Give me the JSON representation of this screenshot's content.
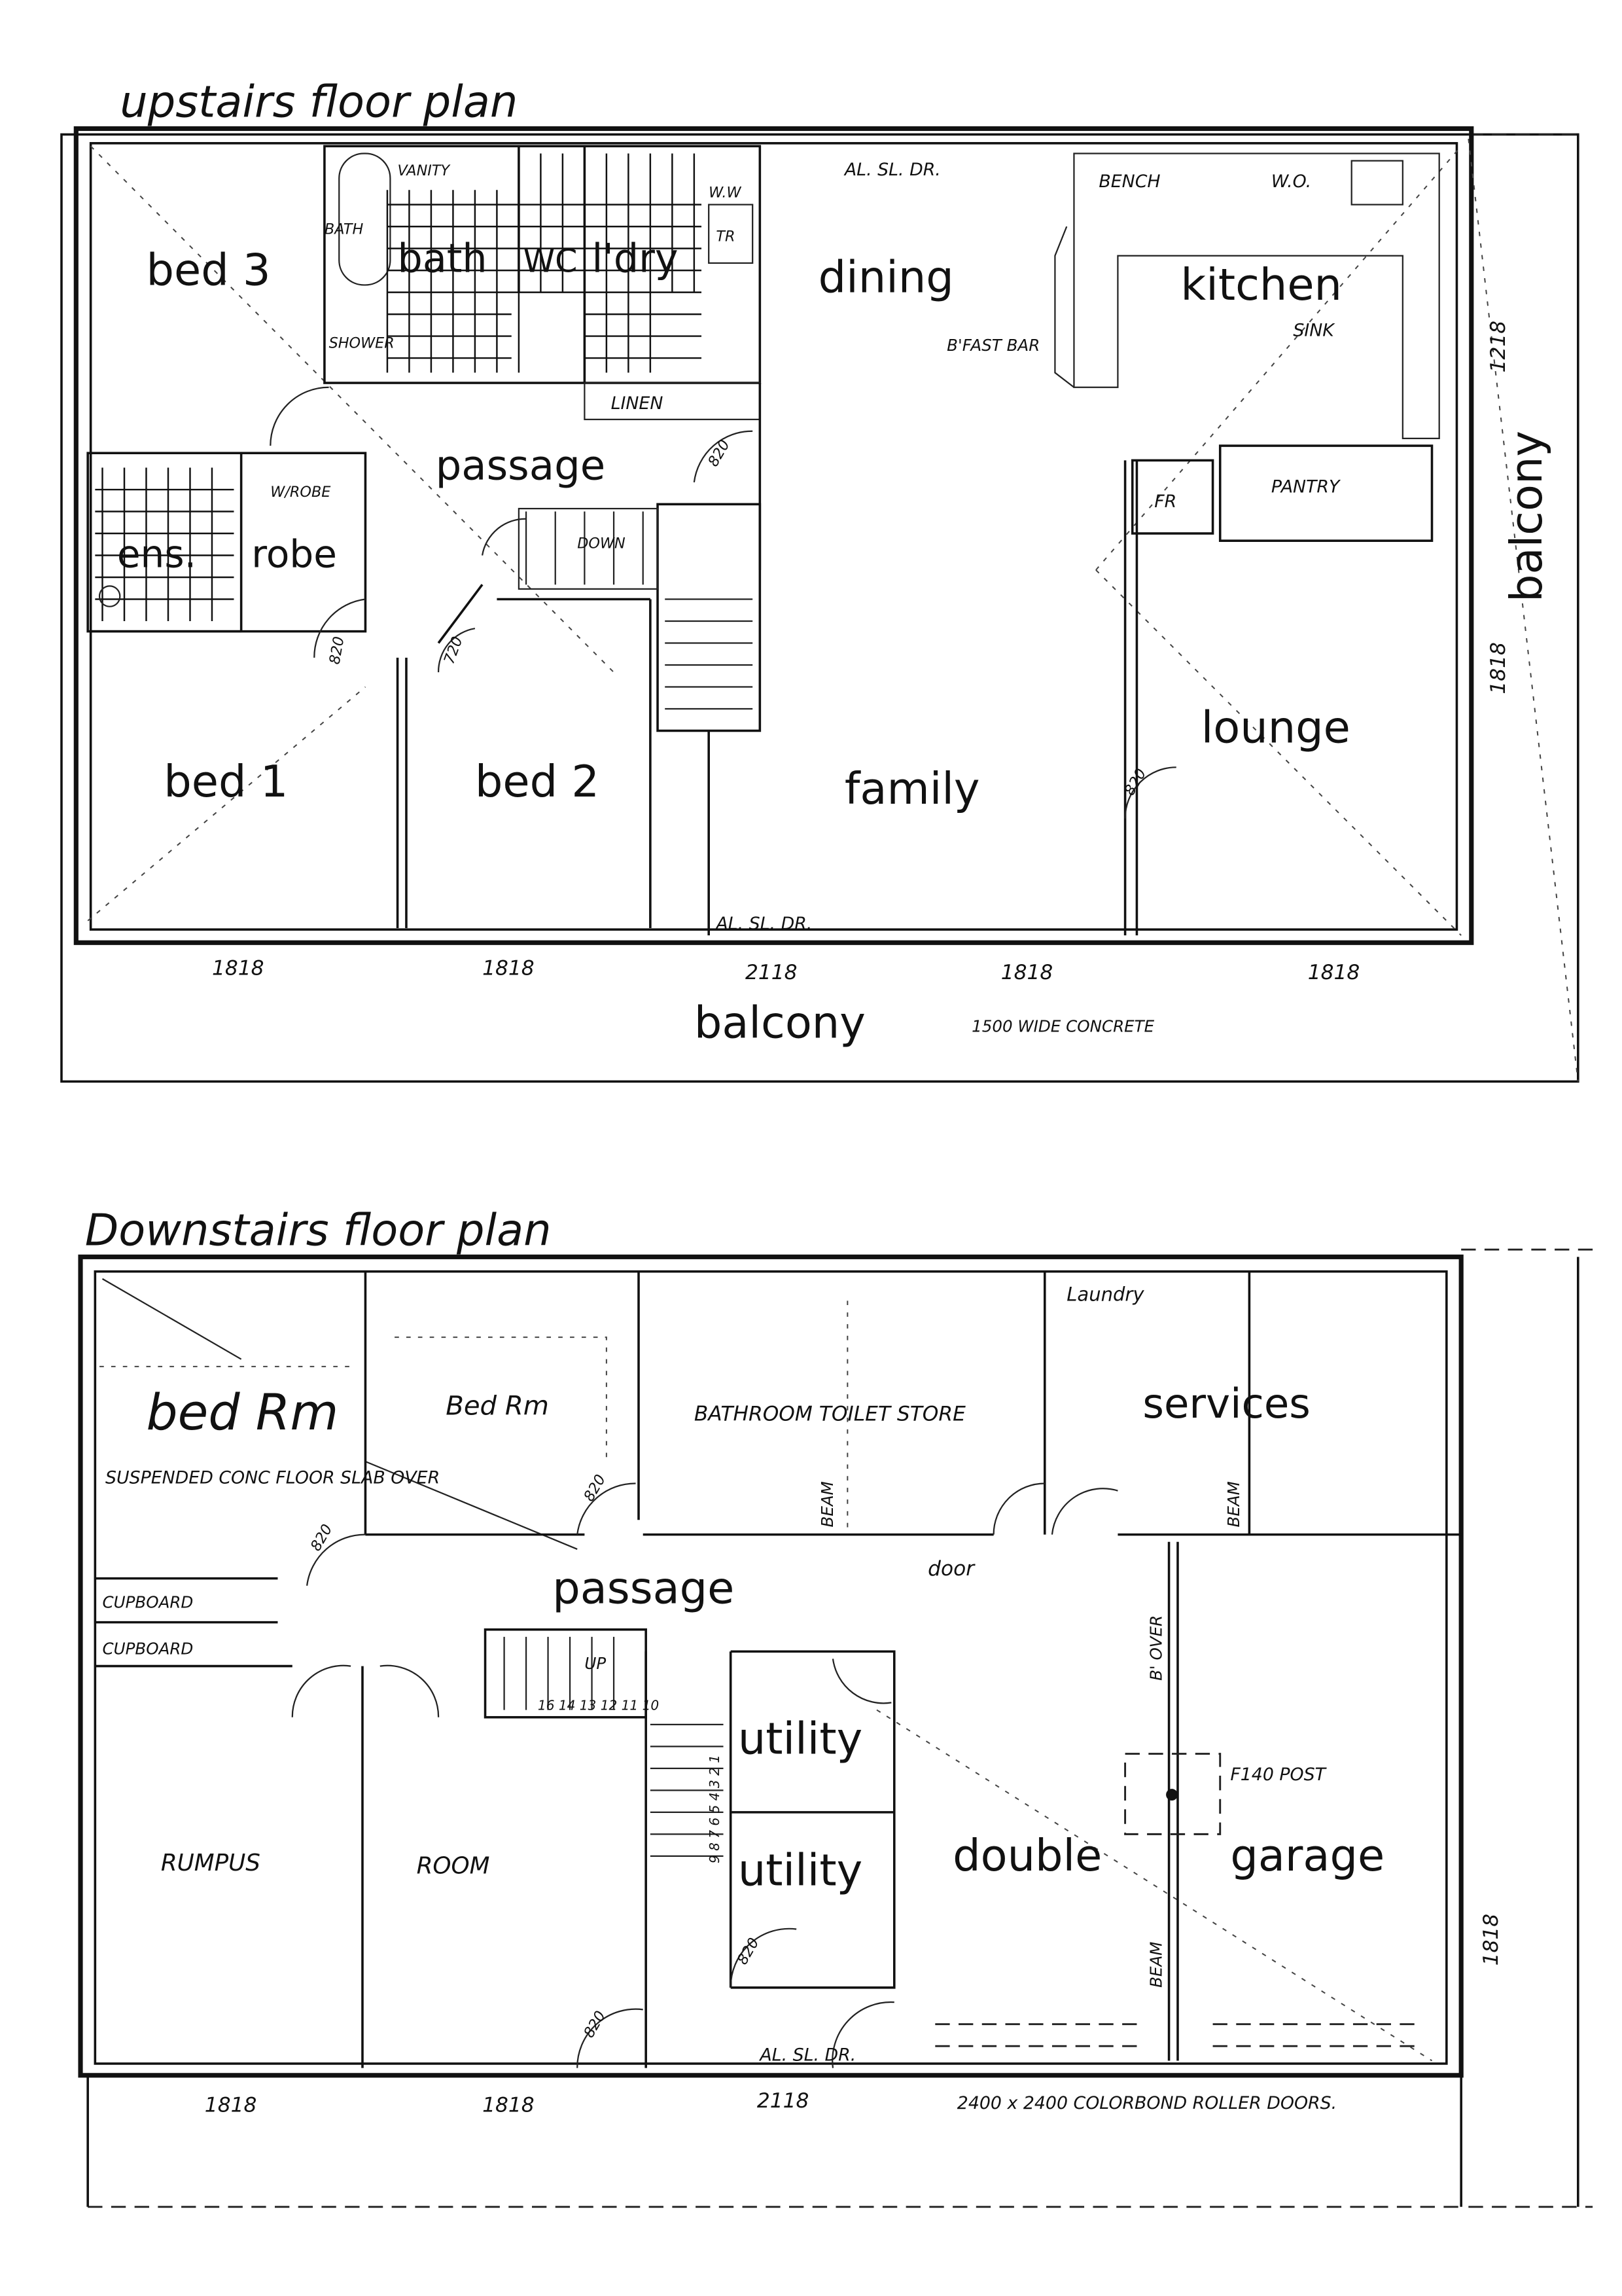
{
  "upstairs": {
    "title": "upstairs floor plan",
    "rooms": {
      "bed3": "bed 3",
      "bath": "bath",
      "wc": "WC",
      "lndry": "l'dry",
      "dining": "dining",
      "kitchen": "kitchen",
      "passage": "passage",
      "ens": "ens.",
      "robe": "robe",
      "bed1": "bed 1",
      "bed2": "bed 2",
      "family": "family",
      "lounge": "lounge",
      "balcony_bottom": "balcony",
      "balcony_right": "balcony"
    },
    "notes": {
      "al_sl_dr_top": "AL. SL. DR.",
      "al_sl_dr_bottom": "AL. SL. DR.",
      "bench": "BENCH",
      "wo": "W.O.",
      "sink": "SINK",
      "pantry": "PANTRY",
      "fr": "FR",
      "bifast_bar": "B'FAST BAR",
      "linen": "LINEN",
      "ww": "W.W",
      "tr": "TR",
      "shower": "SHOWER",
      "bath_fixture": "BATH",
      "vanity": "VANITY",
      "wrobe": "W/ROBE",
      "down": "DOWN",
      "balcony_note": "1500 WIDE CONCRETE",
      "door_820": "820",
      "door_720": "720"
    },
    "dimensions": {
      "d1": "1818",
      "d2": "1818",
      "d3": "2118",
      "d4": "1818",
      "d5": "1818",
      "right1": "1218",
      "right2": "1818"
    }
  },
  "downstairs": {
    "title": "Downstairs floor plan",
    "rooms": {
      "bedrm1": "bed Rm",
      "bedrm2": "Bed Rm",
      "bathroom": "BATHROOM TOILET STORE",
      "laundry": "Laundry",
      "services": "services",
      "passage": "passage",
      "rumpus": "RUMPUS",
      "room": "ROOM",
      "utility1": "utility",
      "utility2": "utility",
      "double": "double",
      "garage": "garage"
    },
    "notes": {
      "slab": "SUSPENDED CONC FLOOR SLAB OVER",
      "cupboard1": "CUPBOARD",
      "cupboard2": "CUPBOARD",
      "door": "door",
      "up": "UP",
      "stair_nums": "16 14 13 12 11 10",
      "stair_nums2": "9 8 7 6 5 4 3 2 1",
      "post": "F140 POST",
      "beam_over": "B' OVER",
      "beam": "BEAM",
      "al_sl_dr": "AL. SL. DR.",
      "garage_doors": "2400 x 2400 COLORBOND ROLLER DOORS.",
      "door_820": "820"
    },
    "dimensions": {
      "d1": "1818",
      "d2": "1818",
      "d3": "2118",
      "right": "1818"
    }
  }
}
